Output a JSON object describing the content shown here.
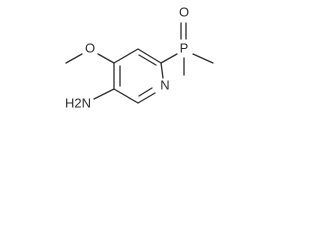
{
  "molecule": {
    "atoms": {
      "oxygen_methoxy": "O",
      "oxygen_phosphoryl": "O",
      "phosphorus": "P",
      "nitrogen_ring": "N",
      "amine": "H2N"
    }
  }
}
